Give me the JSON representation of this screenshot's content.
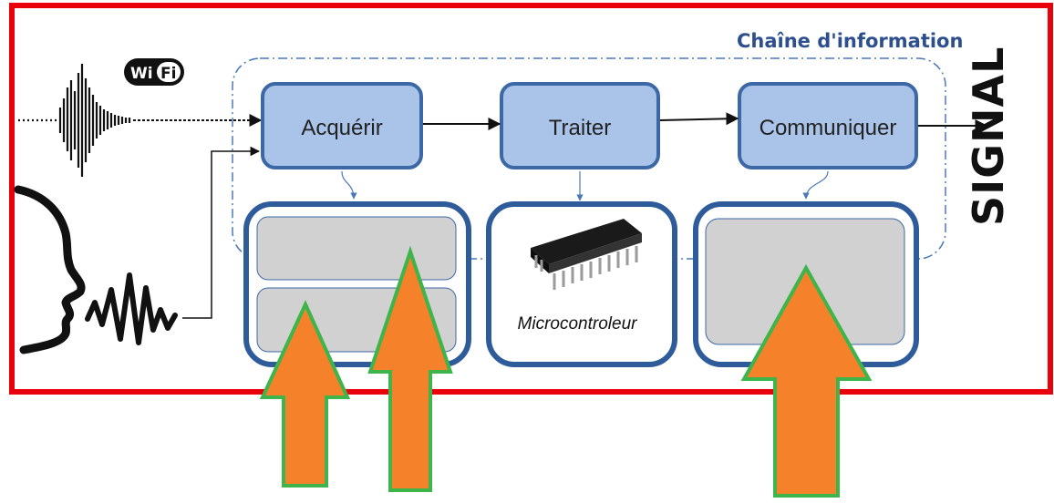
{
  "chain_title": "Chaîne d'information",
  "signal_label": "SIGNAL",
  "wifi": {
    "left": "Wi",
    "right": "Fi"
  },
  "blocks": {
    "acquerir": "Acquérir",
    "traiter": "Traiter",
    "communiquer": "Communiquer"
  },
  "component_label": "Microcontroleur",
  "colors": {
    "frame": "#e8000b",
    "block_fill": "#a9c4e8",
    "block_stroke": "#3d68a6",
    "component_stroke": "#2e5c9a",
    "placeholder": "#d1d1d1",
    "arrow_fill": "#f5822a",
    "arrow_stroke": "#3db54a",
    "title": "#2e4f8e"
  }
}
